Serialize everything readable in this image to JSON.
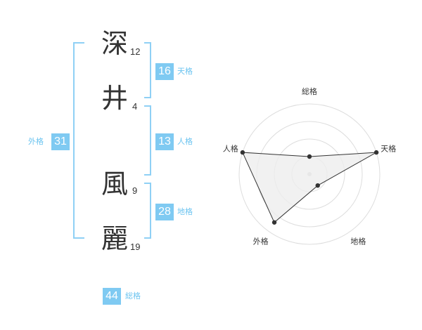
{
  "name_characters": [
    {
      "char": "深",
      "strokes": "12"
    },
    {
      "char": "井",
      "strokes": "4"
    },
    {
      "char": "風",
      "strokes": "9"
    },
    {
      "char": "麗",
      "strokes": "19"
    }
  ],
  "kakusu": {
    "tenkaku": {
      "value": "16",
      "label": "天格"
    },
    "jinkaku": {
      "value": "13",
      "label": "人格"
    },
    "chikaku": {
      "value": "28",
      "label": "地格"
    },
    "gaikaku": {
      "value": "31",
      "label": "外格"
    },
    "soukaku": {
      "value": "44",
      "label": "総格"
    }
  },
  "colors": {
    "badge": "#7fcaf2",
    "bracket": "#8fd0f5",
    "label": "#6cc4f0",
    "radar_fill": "#eeeeee",
    "radar_line": "#333333"
  },
  "chart_data": {
    "type": "radar",
    "axes": [
      "総格",
      "天格",
      "地格",
      "外格",
      "人格"
    ],
    "values": [
      0.25,
      1.0,
      0.2,
      0.85,
      1.0
    ],
    "rings": 4
  }
}
